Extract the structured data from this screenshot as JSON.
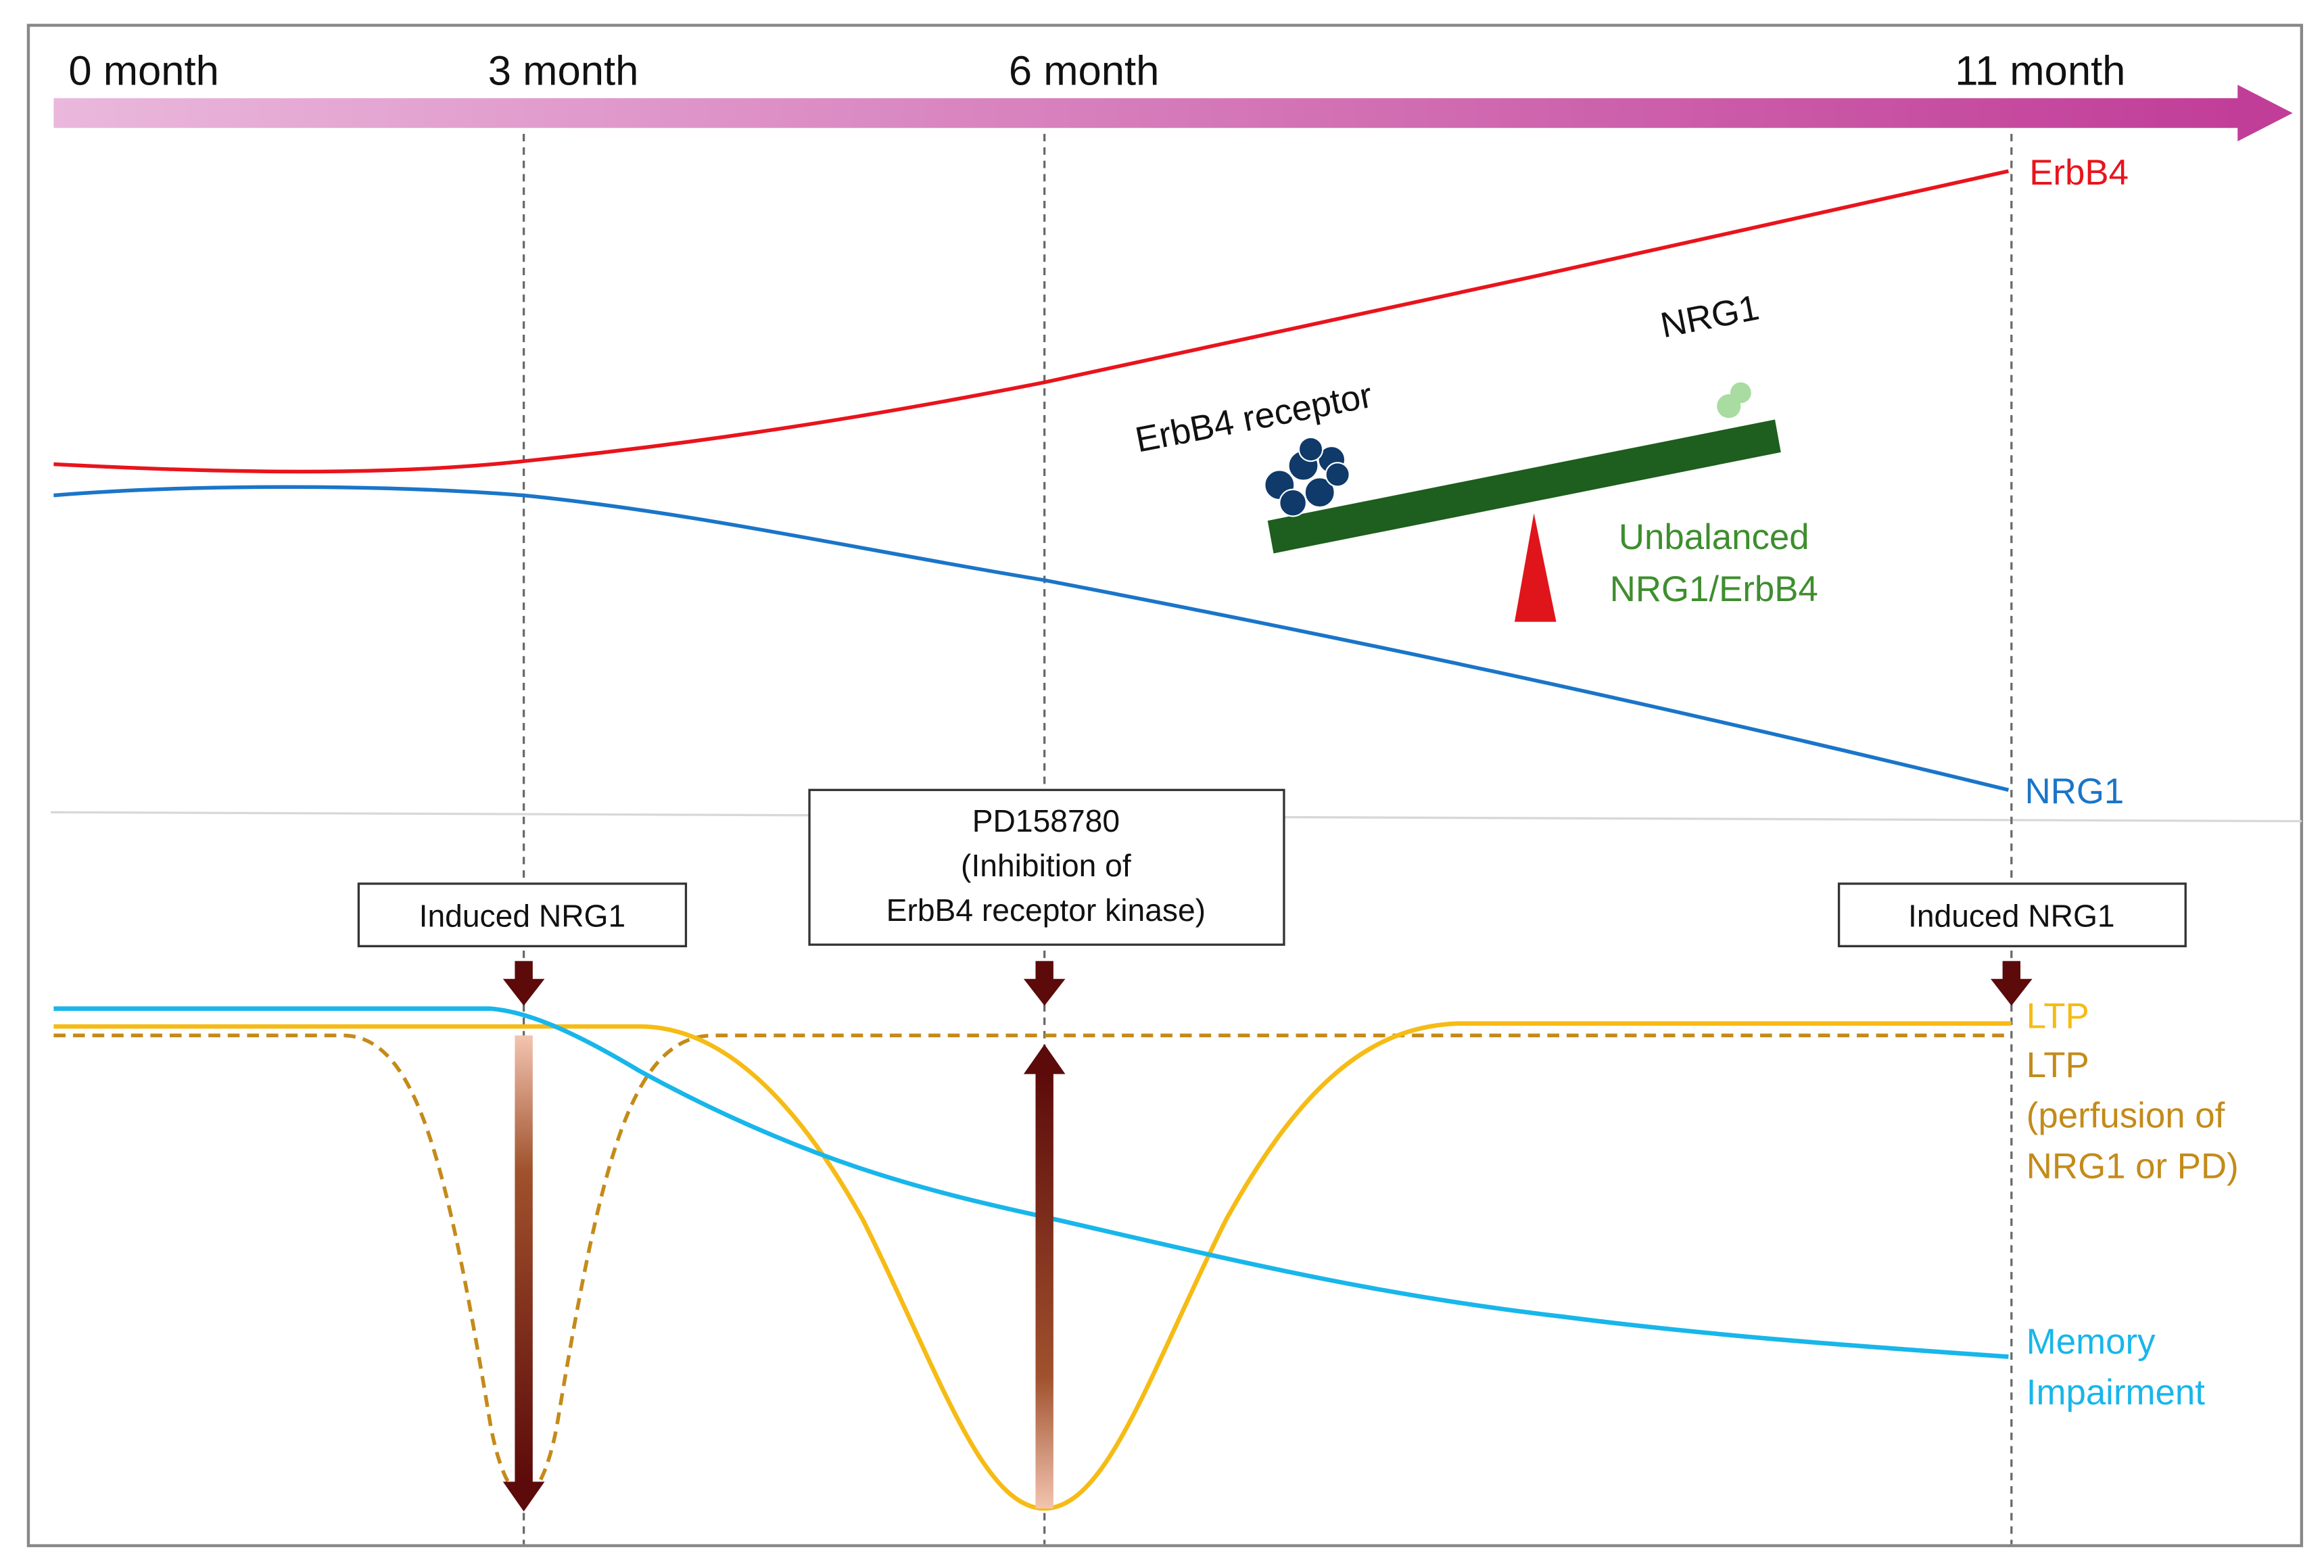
{
  "timeline": {
    "ticks": [
      "0 month",
      "3 month",
      "6 month",
      "11 month"
    ]
  },
  "curve_labels": {
    "erbb4": "ErbB4",
    "nrg1": "NRG1",
    "ltp": "LTP",
    "ltp_perfusion": [
      "LTP",
      "(perfusion of",
      "NRG1 or PD)"
    ],
    "memory": [
      "Memory",
      "Impairment"
    ]
  },
  "seesaw": {
    "left_label": "ErbB4 receptor",
    "right_label": "NRG1",
    "caption": [
      "Unbalanced",
      "NRG1/ErbB4"
    ]
  },
  "boxes": {
    "induced_left": "Induced NRG1",
    "pd": [
      "PD158780",
      "(Inhibition of",
      "ErbB4 receptor kinase)"
    ],
    "induced_right": "Induced NRG1"
  },
  "colors": {
    "timeline_start": "#eab8dc",
    "timeline_end": "#c13e98",
    "erbb4": "#e8141c",
    "nrg1": "#1a75c8",
    "ltp": "#f6bb14",
    "ltp_perfusion": "#c48b1a",
    "memory": "#18b6ea",
    "seesaw": "#1e5e1e",
    "caption": "#3e8e2e",
    "fulcrum": "#e0151b",
    "receptor": "#0f3a6a",
    "nrg1_ball": "#a8dca0",
    "arrow": "#5c0a0a"
  }
}
